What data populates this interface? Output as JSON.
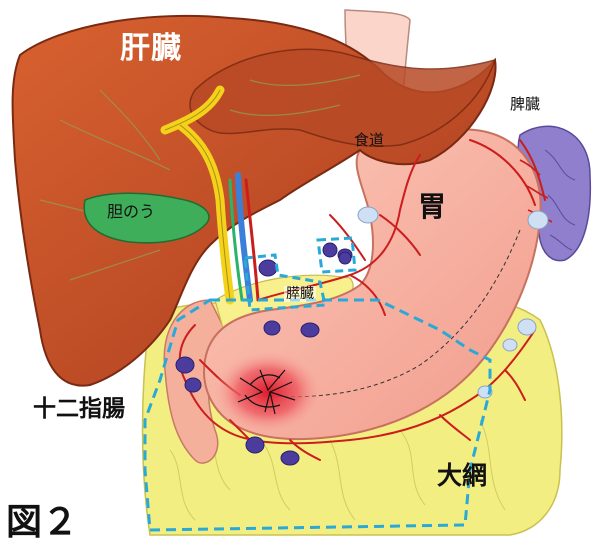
{
  "figure": {
    "caption": "図２"
  },
  "labels": {
    "liver": "肝臓",
    "gallbladder": "胆のう",
    "esophagus": "食道",
    "spleen": "脾臓",
    "stomach": "胃",
    "pancreas": "膵臓",
    "duodenum": "十二指腸",
    "greater_omentum": "大網"
  },
  "colors": {
    "liver": "#c8532c",
    "liver_dark": "#8e2e17",
    "gallbladder": "#3fae5a",
    "bile_duct": "#f4d21c",
    "stomach": "#f7b3a2",
    "omentum": "#f3ee82",
    "spleen": "#8f7fcc",
    "vessel": "#cc1d1d",
    "lymph_node": "#4b3c9e",
    "resection_line": "#29a9d8",
    "tumor": "#d81f2e"
  }
}
